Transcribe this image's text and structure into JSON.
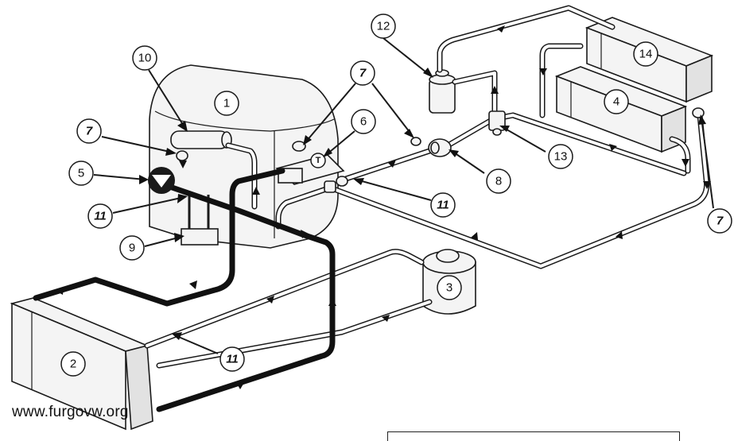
{
  "diagram": {
    "components": {
      "engine": "1",
      "radiator": "2",
      "expansion_tank": "3",
      "heater_core_front": "4",
      "water_pump": "5",
      "thermostat": "6",
      "bleed_screw": "7",
      "valve_8": "8",
      "sender_9": "9",
      "bypass_10": "10",
      "hose": "11",
      "filter_12": "12",
      "tee_13": "13",
      "heater_core_rear": "14"
    },
    "colors": {
      "line": "#1a1a1a",
      "thick_hose": "#111111",
      "background": "#ffffff"
    }
  },
  "watermark": "www.furgovw.org"
}
